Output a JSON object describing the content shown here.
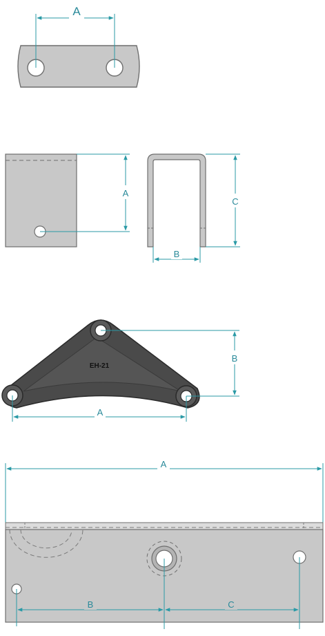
{
  "colors": {
    "dimension": "#2a9aa6",
    "part_fill": "#c8c8c8",
    "part_edge": "#6e6e6e",
    "equalizer_fill": "#4a4a4a",
    "equalizer_edge": "#2a2a2a",
    "hidden_line": "#7a7a7a"
  },
  "figures": {
    "shackle_link": {
      "dims": {
        "a": "A"
      }
    },
    "ubolt_bracket": {
      "dims": {
        "a": "A",
        "b": "B",
        "c": "C"
      }
    },
    "equalizer": {
      "dims": {
        "a": "A",
        "b": "B"
      },
      "marking": "EH-21"
    },
    "hanger_plate": {
      "dims": {
        "a": "A",
        "b": "B",
        "c": "C"
      }
    }
  }
}
